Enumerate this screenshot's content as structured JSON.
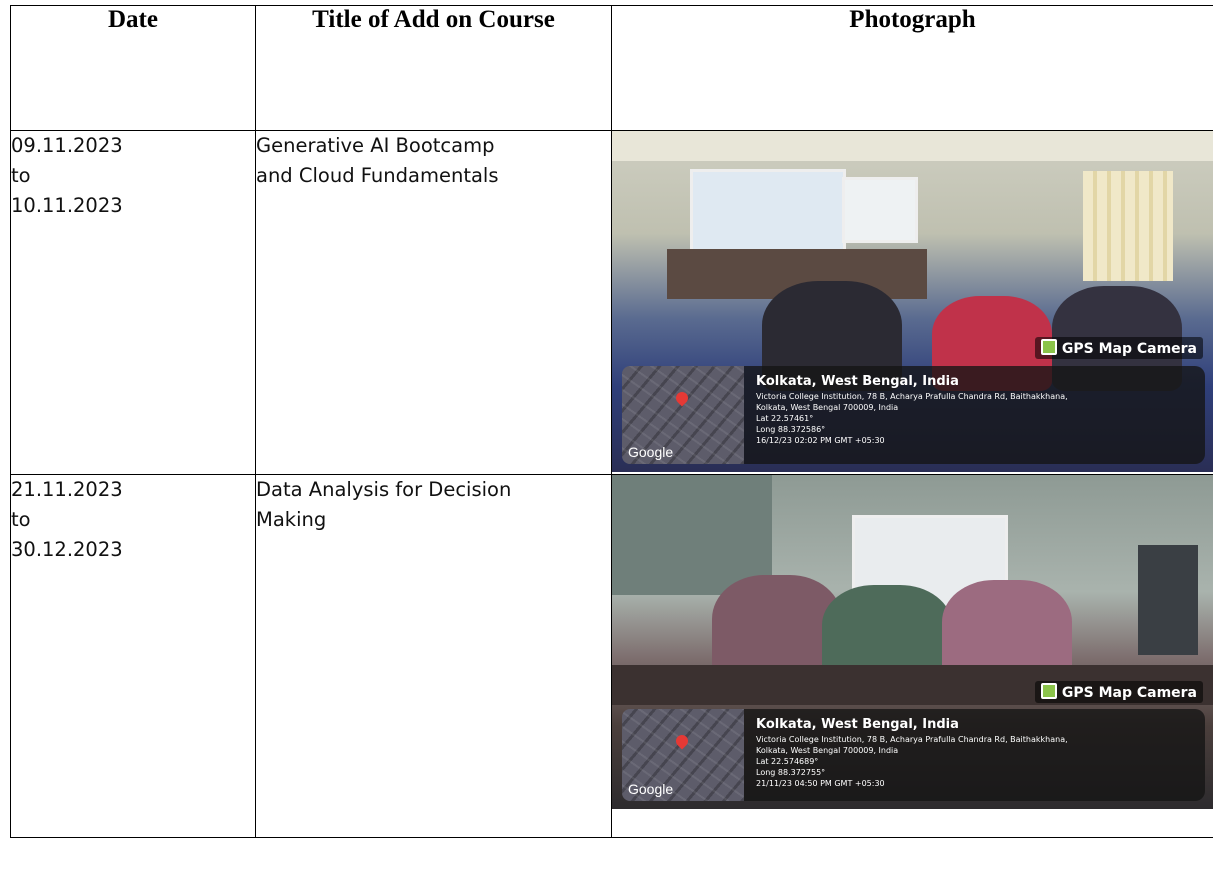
{
  "headers": {
    "date": "Date",
    "title": "Title of Add on Course",
    "photo": "Photograph"
  },
  "rows": [
    {
      "date_lines": [
        "09.11.2023",
        "to",
        "10.11.2023"
      ],
      "title_lines": [
        "Generative AI Bootcamp",
        "and Cloud Fundamentals"
      ],
      "photo": {
        "badge": "GPS Map Camera",
        "city": "Kolkata, West Bengal, India",
        "address_lines": [
          "Victoria College Institution, 78 B, Acharya Prafulla Chandra Rd, Baithakkhana,",
          "Kolkata, West Bengal 700009, India"
        ],
        "lat": "Lat 22.57461°",
        "long": "Long 88.372586°",
        "timestamp": "16/12/23 02:02 PM GMT +05:30",
        "map_label": "Google"
      }
    },
    {
      "date_lines": [
        "21.11.2023",
        "to",
        "30.12.2023"
      ],
      "title_lines": [
        "Data Analysis for Decision",
        "Making"
      ],
      "photo": {
        "badge": "GPS Map Camera",
        "city": "Kolkata, West Bengal, India",
        "address_lines": [
          "Victoria College Institution, 78 B, Acharya Prafulla Chandra Rd, Baithakkhana,",
          "Kolkata, West Bengal 700009, India"
        ],
        "lat": "Lat 22.574689°",
        "long": "Long 88.372755°",
        "timestamp": "21/11/23 04:50 PM GMT +05:30",
        "map_label": "Google"
      }
    }
  ]
}
